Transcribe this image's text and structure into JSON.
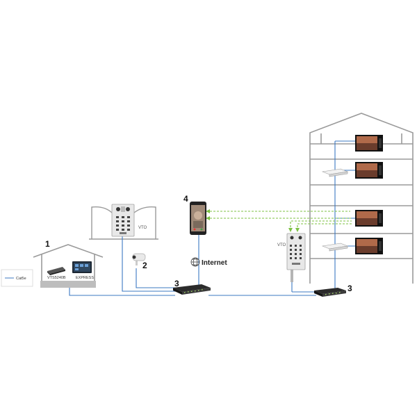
{
  "legend": {
    "label": "Cat5e"
  },
  "labels": {
    "n1": "1",
    "n2": "2",
    "n3a": "3",
    "n3b": "3",
    "n4": "4",
    "server": "VTS5240B",
    "express": "EXPRESS",
    "vto_left": "VTO",
    "vto_right": "VTO",
    "internet": "Internet"
  },
  "colors": {
    "cable": "#3b78c2",
    "wireless": "#7cc142",
    "building": "#999999"
  }
}
